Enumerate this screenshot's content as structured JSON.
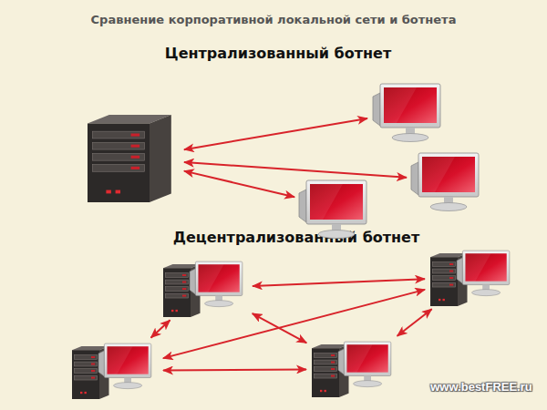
{
  "diagram": {
    "title": "Сравнение корпоративной локальной сети и ботнета",
    "nodes": [
      {
        "text": []
      },
      {
        "text": []
      },
      {
        "text": []
      },
      {
        "text": []
      },
      {
        "text": []
      },
      {
        "text": []
      },
      {
        "text": []
      },
      {
        "text": []
      }
    ],
    "edges": [
      {
        "from": 0,
        "to": 1,
        "arrow": "both"
      },
      {
        "from": 0,
        "to": 2,
        "arrow": "both"
      },
      {
        "from": 0,
        "to": 3,
        "arrow": "both"
      },
      {
        "from": 4,
        "to": 5,
        "arrow": "both"
      },
      {
        "from": 4,
        "to": 6,
        "arrow": "both"
      },
      {
        "from": 4,
        "to": 7,
        "arrow": "both"
      },
      {
        "from": 6,
        "to": 5,
        "arrow": "both"
      },
      {
        "from": 6,
        "to": 7,
        "arrow": "both"
      },
      {
        "from": 7,
        "to": 5,
        "arrow": "both"
      }
    ],
    "labels": [
      "Централизованный ботнет",
      "Децентрализованный ботнет",
      "www.bestFREE.ru"
    ]
  }
}
